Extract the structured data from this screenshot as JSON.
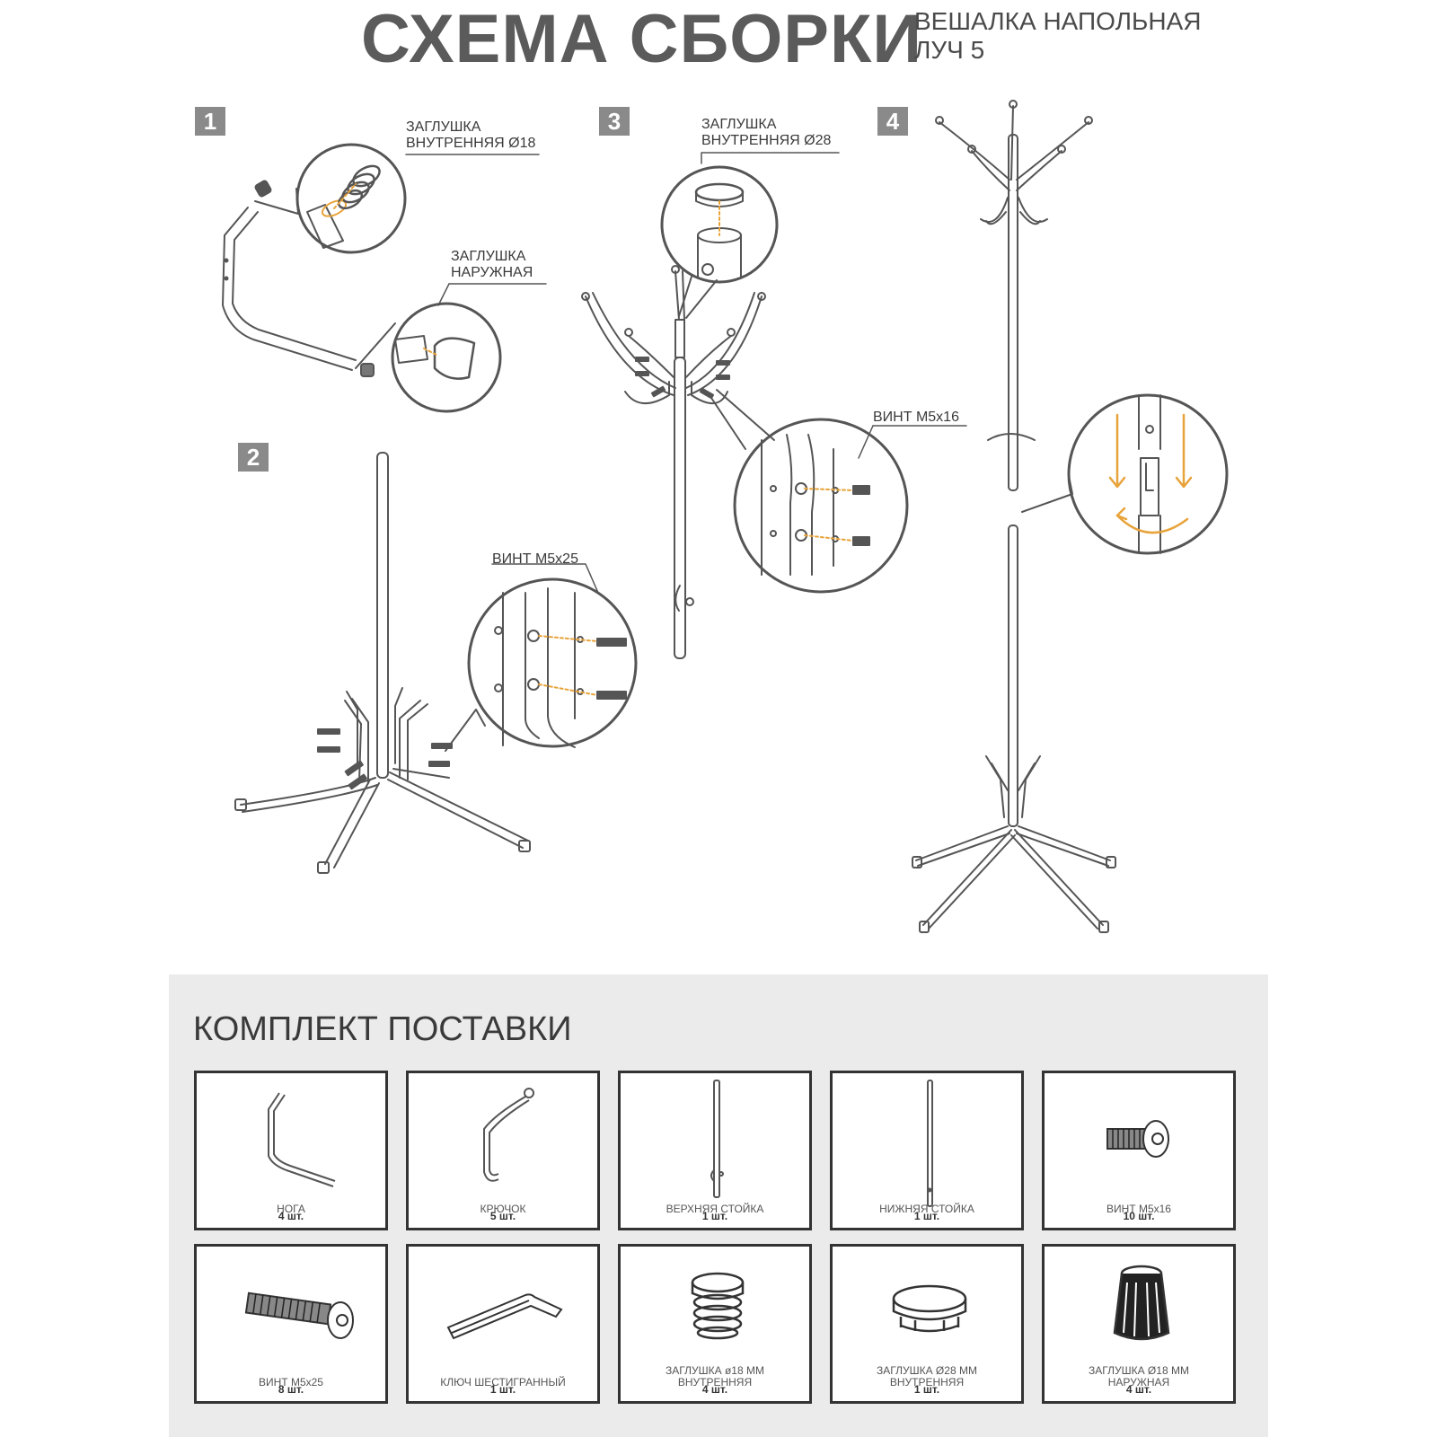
{
  "header": {
    "title": "СХЕМА СБОРКИ",
    "subtitle_line1": "ВЕШАЛКА НАПОЛЬНАЯ",
    "subtitle_line2": "ЛУЧ 5"
  },
  "steps": [
    {
      "number": "1"
    },
    {
      "number": "2"
    },
    {
      "number": "3"
    },
    {
      "number": "4"
    }
  ],
  "callouts": {
    "inner_plug_18_line1": "ЗАГЛУШКА",
    "inner_plug_18_line2": "ВНУТРЕННЯЯ Ø18",
    "outer_plug_line1": "ЗАГЛУШКА",
    "outer_plug_line2": "НАРУЖНАЯ",
    "screw_m5x25": "ВИНТ М5х25",
    "inner_plug_28_line1": "ЗАГЛУШКА",
    "inner_plug_28_line2": "ВНУТРЕННЯЯ Ø28",
    "screw_m5x16": "ВИНТ М5х16"
  },
  "colors": {
    "line": "#555555",
    "accent_arrow": "#e8a33a",
    "step_badge": "#8a8a8a",
    "kit_background": "#ebebeb"
  },
  "kit": {
    "title": "КОМПЛЕКТ ПОСТАВКИ",
    "items": [
      {
        "name": "НОГА",
        "name2": "",
        "qty": "4 шт.",
        "icon": "leg-icon"
      },
      {
        "name": "КРЮЧОК",
        "name2": "",
        "qty": "5 шт.",
        "icon": "hook-icon"
      },
      {
        "name": "ВЕРХНЯЯ СТОЙКА",
        "name2": "",
        "qty": "1 шт.",
        "icon": "upper-post-icon"
      },
      {
        "name": "НИЖНЯЯ СТОЙКА",
        "name2": "",
        "qty": "1 шт.",
        "icon": "lower-post-icon"
      },
      {
        "name": "ВИНТ М5х16",
        "name2": "",
        "qty": "10 шт.",
        "icon": "short-screw-icon"
      },
      {
        "name": "ВИНТ М5х25",
        "name2": "",
        "qty": "8 шт.",
        "icon": "long-screw-icon"
      },
      {
        "name": "КЛЮЧ ШЕСТИГРАННЫЙ",
        "name2": "",
        "qty": "1 шт.",
        "icon": "hex-key-icon"
      },
      {
        "name": "ЗАГЛУШКА ø18 ММ",
        "name2": "ВНУТРЕННЯЯ",
        "qty": "4 шт.",
        "icon": "inner-plug-18-icon"
      },
      {
        "name": "ЗАГЛУШКА Ø28 ММ",
        "name2": "ВНУТРЕННЯЯ",
        "qty": "1 шт.",
        "icon": "inner-plug-28-icon"
      },
      {
        "name": "ЗАГЛУШКА Ø18 ММ",
        "name2": "НАРУЖНАЯ",
        "qty": "4 шт.",
        "icon": "outer-plug-icon"
      }
    ]
  }
}
